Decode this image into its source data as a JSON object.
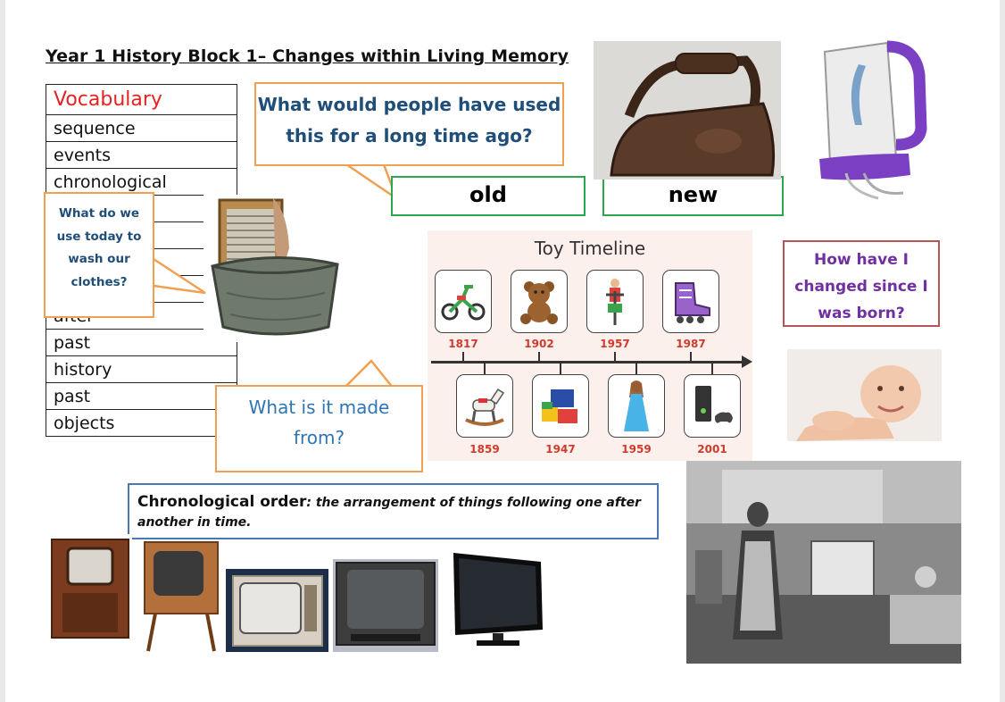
{
  "document": {
    "title": "Year 1 History Block 1– Changes within Living Memory"
  },
  "vocabulary": {
    "heading": "Vocabulary",
    "words": [
      "sequence",
      "events",
      "chronological",
      "",
      "",
      "",
      "",
      "after",
      "past",
      "history",
      "past",
      "objects"
    ]
  },
  "questions": {
    "long_ago_line1": "What would people have used",
    "long_ago_line2": "this for a long time ago?",
    "wash_line1": "What do we",
    "wash_line2": "use today to",
    "wash_line3": "wash our",
    "wash_line4": "clothes?",
    "made_from_line1": "What is it made",
    "made_from_line2": "from?",
    "changed_line1": "How have I",
    "changed_line2": "changed since I",
    "changed_line3": "was born?"
  },
  "labels": {
    "old": "old",
    "new": "new"
  },
  "definition": {
    "term": "Chronological order",
    "text": ": the arrangement of things following one after another in time."
  },
  "timeline": {
    "title": "Toy Timeline",
    "top_items": [
      {
        "icon": "tricycle-icon",
        "year": "1817"
      },
      {
        "icon": "teddy-bear-icon",
        "year": "1902"
      },
      {
        "icon": "pogo-stick-icon",
        "year": "1957"
      },
      {
        "icon": "roller-skate-icon",
        "year": "1987"
      }
    ],
    "bottom_items": [
      {
        "icon": "rocking-horse-icon",
        "year": "1859"
      },
      {
        "icon": "building-blocks-icon",
        "year": "1947"
      },
      {
        "icon": "doll-icon",
        "year": "1959"
      },
      {
        "icon": "game-console-icon",
        "year": "2001"
      }
    ]
  },
  "colors": {
    "bubble_border": "#f0a050",
    "tag_border": "#2aa84a",
    "vocab_heading": "#e32222",
    "question_blue": "#1f4e79",
    "question_purple": "#7030a0",
    "timeline_year": "#d03a2c"
  }
}
